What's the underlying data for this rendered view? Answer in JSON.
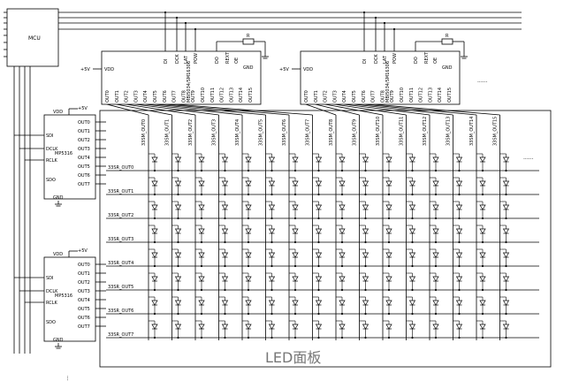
{
  "mcu": {
    "label": "MCU"
  },
  "drivers_top": [
    {
      "name": "MBI5034/SM16306",
      "vdd_net": "+5V",
      "vdd_label": "VDD",
      "gnd_label": "GND",
      "res_label": "R",
      "left_pins": [
        "DI",
        "DCK",
        "LAT",
        "POW"
      ],
      "right_pins": [
        "DO",
        "REXT",
        "OE"
      ],
      "outs": [
        "OUT0",
        "OUT1",
        "OUT2",
        "OUT3",
        "OUT4",
        "OUT5",
        "OUT6",
        "OUT7",
        "OUT8",
        "OUT9",
        "OUT10",
        "OUT11",
        "OUT12",
        "OUT13",
        "OUT14",
        "OUT15"
      ]
    },
    {
      "name": "MBI5034/SM16306",
      "vdd_net": "+5V",
      "vdd_label": "VDD",
      "gnd_label": "GND",
      "res_label": "R",
      "left_pins": [
        "DI",
        "DCK",
        "LAT",
        "POW"
      ],
      "right_pins": [
        "DO",
        "REXT",
        "OE"
      ],
      "outs": [
        "OUT0",
        "OUT1",
        "OUT2",
        "OUT3",
        "OUT4",
        "OUT5",
        "OUT6",
        "OUT7",
        "OUT8",
        "OUT9",
        "OUT10",
        "OUT11",
        "OUT12",
        "OUT13",
        "OUT14",
        "OUT15"
      ]
    }
  ],
  "drivers_side": [
    {
      "name": "MP5316",
      "vdd_label": "VDD",
      "vdd_net": "+5V",
      "gnd_label": "GND",
      "inputs": [
        "SDI",
        "DCLK",
        "RCLK",
        "SDO"
      ],
      "outs": [
        "OUT0",
        "OUT1",
        "OUT2",
        "OUT3",
        "OUT4",
        "OUT5",
        "OUT6",
        "OUT7"
      ]
    },
    {
      "name": "MP5316",
      "vdd_label": "VDD",
      "vdd_net": "+5V",
      "gnd_label": "GND",
      "inputs": [
        "SDI",
        "DCLK",
        "RCLK",
        "SDO"
      ],
      "outs": [
        "OUT0",
        "OUT1",
        "OUT2",
        "OUT3",
        "OUT4",
        "OUT5",
        "OUT6",
        "OUT7"
      ]
    }
  ],
  "column_labels": [
    "33SM_OUT0",
    "33SM_OUT1",
    "33SM_OUT2",
    "33SM_OUT3",
    "33SM_OUT4",
    "33SM_OUT5",
    "33SM_OUT6",
    "33SM_OUT7",
    "33SM_OUT8",
    "33SM_OUT9",
    "33SM_OUT10",
    "33SM_OUT11",
    "33SM_OUT12",
    "33SM_OUT13",
    "33SM_OUT14",
    "33SM_OUT15"
  ],
  "row_labels": [
    "33SR_OUT0",
    "33SR_OUT1",
    "33SR_OUT2",
    "33SR_OUT3",
    "33SR_OUT4",
    "33SR_OUT5",
    "33SR_OUT6",
    "33SR_OUT7"
  ],
  "panel": {
    "label": "LED面板"
  },
  "ellipsis": {
    "top": "......",
    "right": "......",
    "bottom": "......"
  }
}
